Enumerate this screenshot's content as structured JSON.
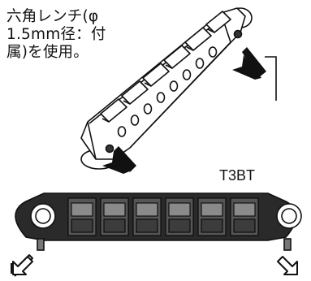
{
  "instruction": {
    "line1": "六角レンチ(φ",
    "line2": "1.5mm径：付",
    "line3": "属)を使用。"
  },
  "model_label": "T3BT",
  "colors": {
    "ink": "#111111",
    "body": "#2a2a2a",
    "saddle": "#4a4a4a",
    "highlight": "#9a9a9a",
    "paper": "#ffffff"
  },
  "icons": [
    "hex-wrench-icon",
    "arrow-icon"
  ]
}
